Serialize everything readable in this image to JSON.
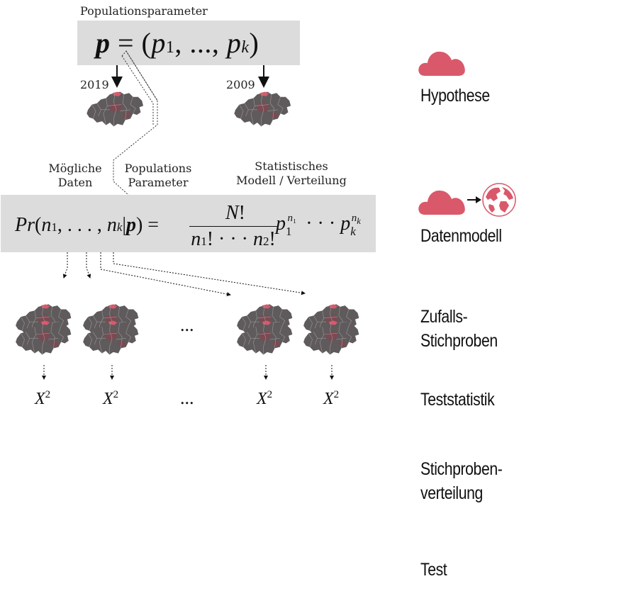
{
  "title": "Populationsparameter",
  "formula_top": "p = (p₁, ..., pₖ)",
  "years": [
    "2019",
    "2009"
  ],
  "labels": {
    "moegliche_daten": [
      "Mögliche",
      "Daten"
    ],
    "populations_parameter": [
      "Populations",
      "Parameter"
    ],
    "statistisches_modell": [
      "Statistisches",
      "Modell / Verteilung"
    ]
  },
  "formula_model": "Pr(n₁, ..., nₖ | p) = N! / (n₁! ··· n₂!) p₁^n₁ ··· pₖ^nₖ",
  "ellipsis": "...",
  "statistic": {
    "symbol": "X",
    "exponent": "2"
  },
  "steps": [
    "Hypothese",
    "Datenmodell",
    "Zufalls-\nStichproben",
    "Teststatistik",
    "Stichproben-\nverteilung",
    "Test"
  ],
  "colors": {
    "cloud": "#d9596b",
    "map_dark": "#5f5a5c",
    "map_red": "#7b4a52",
    "map_highlight": "#d9596b",
    "box": "#dcdcdc"
  },
  "icons": [
    "cloud-icon",
    "globe-icon",
    "switzerland-map-icon"
  ]
}
